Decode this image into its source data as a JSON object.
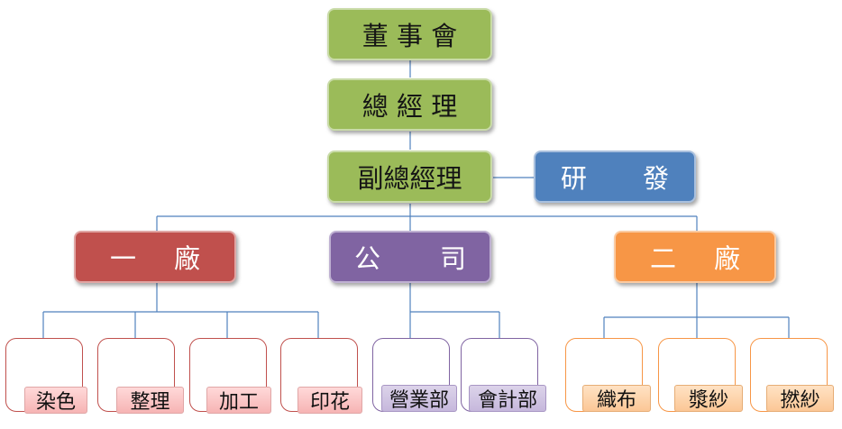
{
  "top": [
    {
      "id": "board",
      "text": "董 事 會"
    },
    {
      "id": "gm",
      "text": "總 經 理"
    },
    {
      "id": "vgm",
      "text": "副總經理"
    }
  ],
  "rnd": {
    "left": "研",
    "right": "發"
  },
  "divisions": [
    {
      "id": "factory1",
      "left": "一",
      "right": "廠",
      "color": "#c0504d"
    },
    {
      "id": "company",
      "left": "公",
      "right": "司",
      "color": "#8064a2"
    },
    {
      "id": "factory2",
      "left": "二",
      "right": "廠",
      "color": "#f79646"
    }
  ],
  "units": {
    "factory1": [
      "染色",
      "整理",
      "加工",
      "印花"
    ],
    "company": [
      "營業部",
      "會計部"
    ],
    "factory2": [
      "織布",
      "漿紗",
      "撚紗"
    ]
  }
}
